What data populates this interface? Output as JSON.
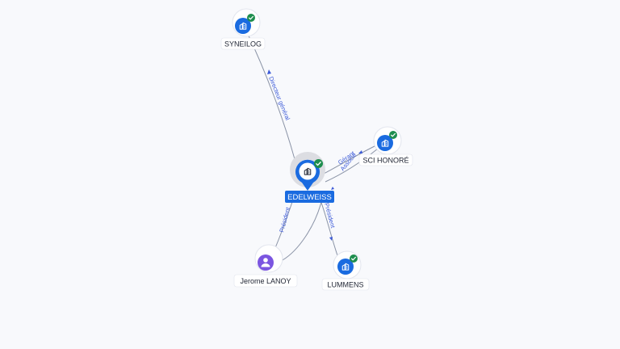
{
  "graph": {
    "nodes": {
      "center": {
        "label": "EDELWEISS",
        "icon": "company-icon",
        "verified": true,
        "color": "#1a6be0"
      },
      "syneilog": {
        "label": "SYNEILOG",
        "icon": "company-icon",
        "verified": true,
        "color": "#1a6be0"
      },
      "sci_honore": {
        "label": "SCI HONORÉ",
        "icon": "company-icon",
        "verified": true,
        "color": "#1a6be0"
      },
      "lummens": {
        "label": "LUMMENS",
        "icon": "company-icon",
        "verified": true,
        "color": "#1a6be0"
      },
      "jerome": {
        "label": "Jerome LANOY",
        "icon": "person-icon",
        "verified": false,
        "color": "#7b55e0"
      }
    },
    "edges": {
      "syneilog": "Directeur général",
      "sci_honore_1": "Gérant",
      "sci_honore_2": "Associé",
      "lummens": "Président",
      "jerome": "Président"
    },
    "colors": {
      "verified_badge": "#1e8e4e",
      "edge": "#8a93a6",
      "edge_label": "#3d5bd8"
    }
  }
}
